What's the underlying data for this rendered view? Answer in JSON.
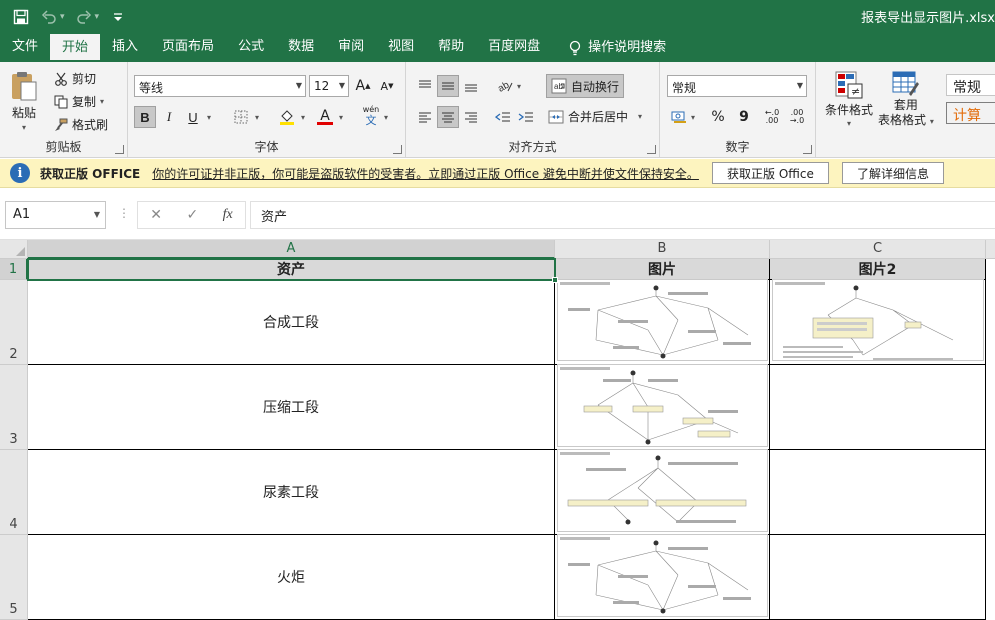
{
  "window": {
    "title": "报表导出显示图片.xlsx"
  },
  "menu": {
    "tabs": [
      "文件",
      "开始",
      "插入",
      "页面布局",
      "公式",
      "数据",
      "审阅",
      "视图",
      "帮助",
      "百度网盘"
    ],
    "active_tab": "开始",
    "tell_me": "操作说明搜索"
  },
  "ribbon": {
    "clipboard": {
      "label": "剪贴板",
      "paste": "粘贴",
      "cut": "剪切",
      "copy": "复制",
      "format_painter": "格式刷"
    },
    "font": {
      "label": "字体",
      "font_name": "等线",
      "font_size": "12",
      "grow": "A",
      "shrink": "A",
      "bold": "B",
      "italic": "I",
      "underline": "U",
      "color_letter": "A",
      "wen": "wén",
      "wen_char": "文"
    },
    "alignment": {
      "label": "对齐方式",
      "wrap_text": "自动换行",
      "merge_center": "合并后居中"
    },
    "number": {
      "label": "数字",
      "format": "常规",
      "percent": "%",
      "comma": "9",
      "inc_decimal": "←.0 .00",
      "dec_decimal": ".00 →.0"
    },
    "styles": {
      "conditional": "条件格式",
      "table_format_line1": "套用",
      "table_format_line2": "表格格式",
      "style_normal": "常规",
      "style_calc": "计算"
    }
  },
  "infobar": {
    "title": "获取正版 OFFICE",
    "message": "你的许可证并非正版，你可能是盗版软件的受害者。立即通过正版 Office 避免中断并使文件保持安全。",
    "button1": "获取正版 Office",
    "button2": "了解详细信息"
  },
  "formula_bar": {
    "name_box": "A1",
    "formula": "资产",
    "fx": "fx",
    "cancel": "✕",
    "enter": "✓"
  },
  "sheet": {
    "columns": [
      "A",
      "B",
      "C"
    ],
    "rows": [
      "1",
      "2",
      "3",
      "4",
      "5"
    ],
    "header": [
      "资产",
      "图片",
      "图片2"
    ],
    "data": [
      {
        "asset": "合成工段",
        "img1": true,
        "img2": true
      },
      {
        "asset": "压缩工段",
        "img1": true,
        "img2": false
      },
      {
        "asset": "尿素工段",
        "img1": true,
        "img2": false
      },
      {
        "asset": "火炬",
        "img1": true,
        "img2": false
      }
    ]
  },
  "colors": {
    "excel_green": "#217346",
    "info_yellow": "#fdf4bf",
    "header_gray": "#d9d9d9"
  }
}
